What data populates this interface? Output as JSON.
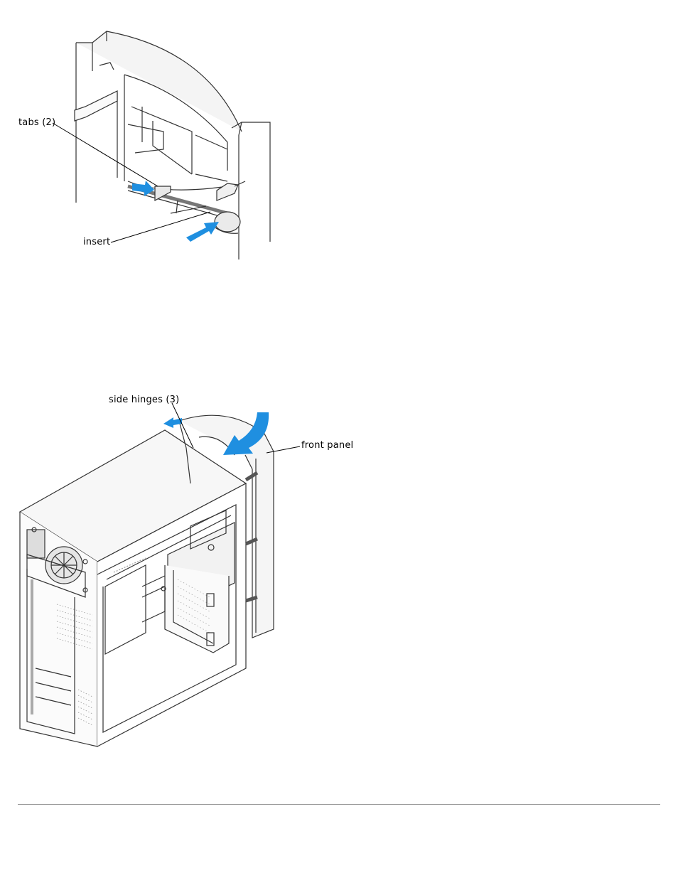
{
  "figure1": {
    "labels": {
      "tabs": "tabs (2)",
      "insert": "insert"
    }
  },
  "figure2": {
    "labels": {
      "side_hinges": "side hinges (3)",
      "front_panel": "front panel"
    }
  },
  "colors": {
    "arrow": "#1f8fe0",
    "line": "#000000",
    "rule": "#9a9a9a"
  }
}
